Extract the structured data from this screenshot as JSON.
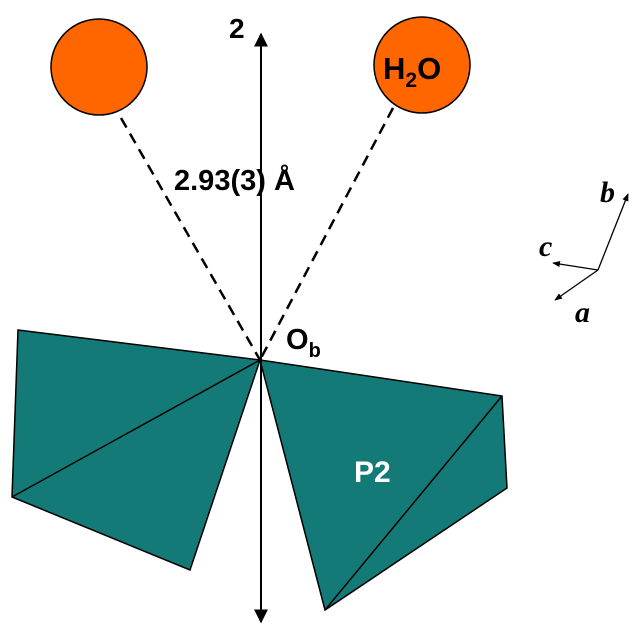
{
  "diagram": {
    "axis_label": "2",
    "distance_label": "2.93(3) Å",
    "oxygen_label_main": "O",
    "oxygen_label_sub": "b",
    "water_label_main": "H",
    "water_label_sub": "2",
    "water_label_tail": "O",
    "polyhedron_label": "P2",
    "crystal_axes": {
      "a": "a",
      "b": "b",
      "c": "c"
    }
  },
  "colors": {
    "sphere_fill": "#ff6600",
    "polyhedron_fill": "#137a78",
    "stroke": "#000000",
    "text_on_polyhedron": "#ffffff"
  }
}
